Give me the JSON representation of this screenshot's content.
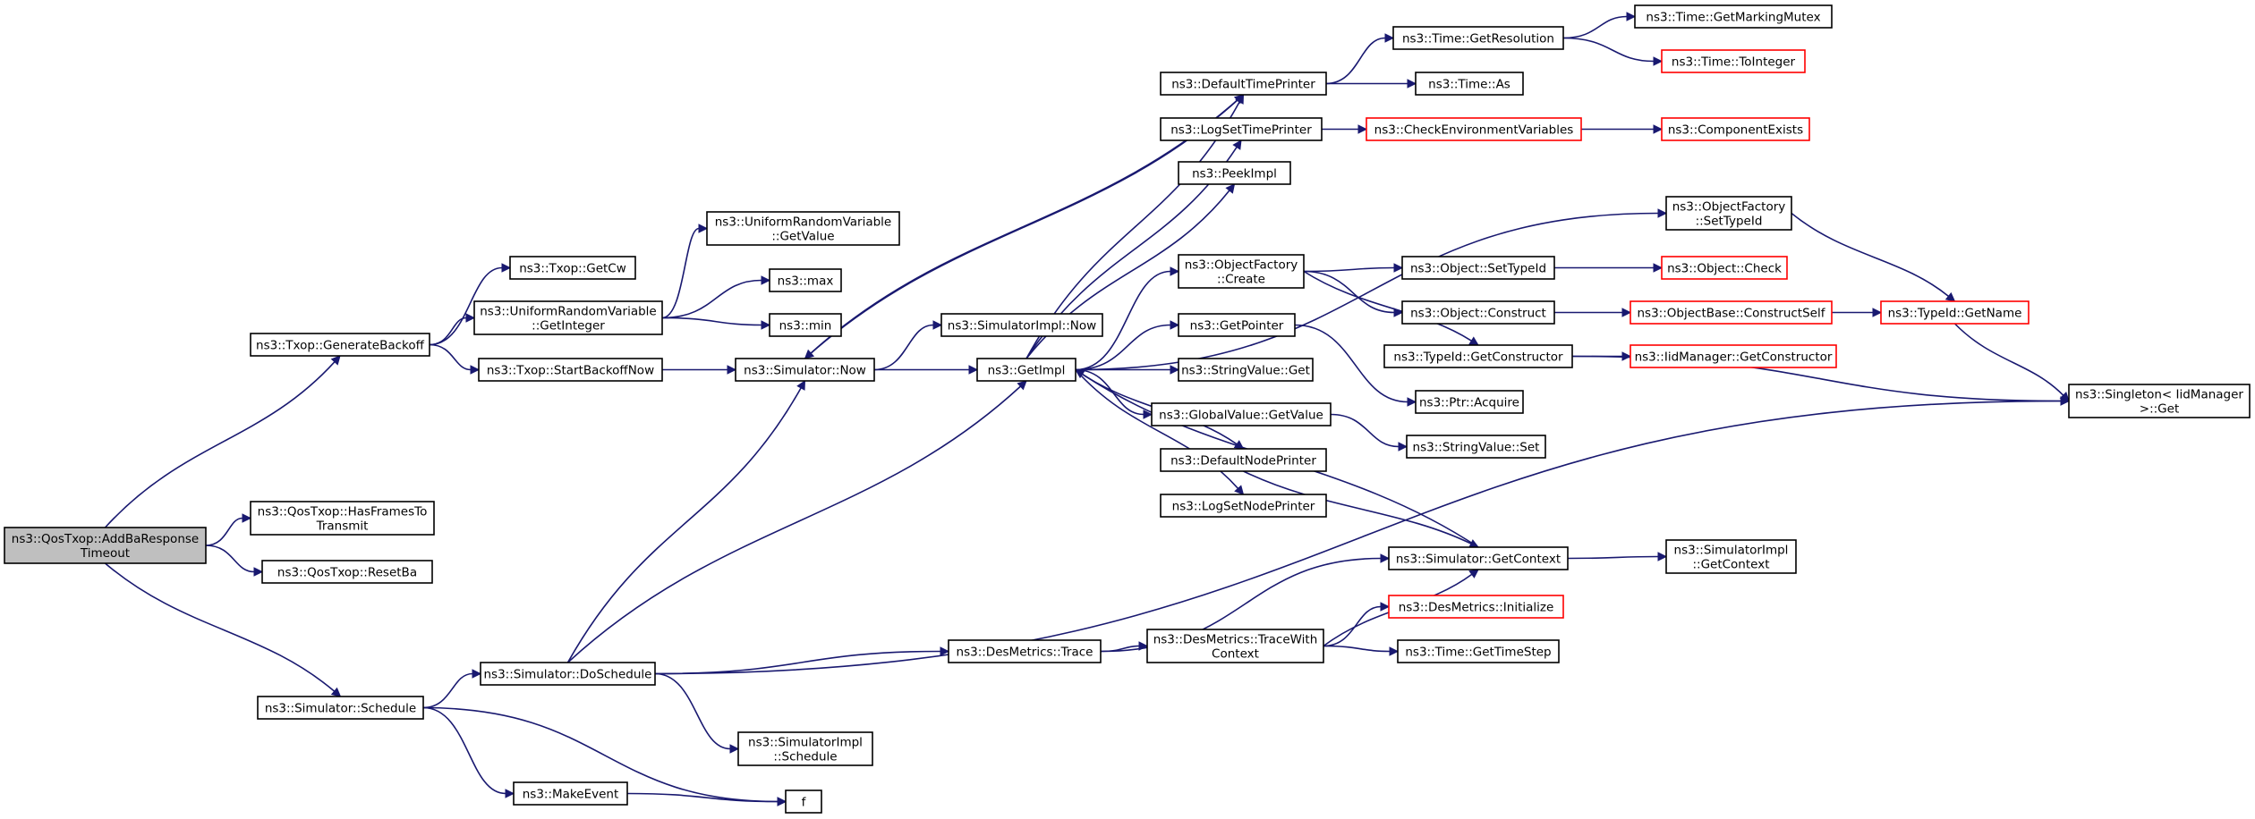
{
  "colors": {
    "edge": "#191970",
    "root_fill": "#bfbfbf",
    "node_border": "#000000",
    "external_border": "#ff0000",
    "node_fill": "#ffffff"
  },
  "nodes": [
    {
      "id": "root",
      "lines": [
        "ns3::QosTxop::AddBaResponse",
        "Timeout"
      ],
      "style": "root"
    },
    {
      "id": "genbackoff",
      "lines": [
        "ns3::Txop::GenerateBackoff"
      ],
      "style": "normal"
    },
    {
      "id": "hasframes",
      "lines": [
        "ns3::QosTxop::HasFramesTo",
        "Transmit"
      ],
      "style": "normal"
    },
    {
      "id": "resetba",
      "lines": [
        "ns3::QosTxop::ResetBa"
      ],
      "style": "normal"
    },
    {
      "id": "schedule",
      "lines": [
        "ns3::Simulator::Schedule"
      ],
      "style": "normal"
    },
    {
      "id": "getcw",
      "lines": [
        "ns3::Txop::GetCw"
      ],
      "style": "normal"
    },
    {
      "id": "urvgetint",
      "lines": [
        "ns3::UniformRandomVariable",
        "::GetInteger"
      ],
      "style": "normal"
    },
    {
      "id": "startbackoff",
      "lines": [
        "ns3::Txop::StartBackoffNow"
      ],
      "style": "normal"
    },
    {
      "id": "urvgetvalue",
      "lines": [
        "ns3::UniformRandomVariable",
        "::GetValue"
      ],
      "style": "normal"
    },
    {
      "id": "max",
      "lines": [
        "ns3::max"
      ],
      "style": "normal"
    },
    {
      "id": "min",
      "lines": [
        "ns3::min"
      ],
      "style": "normal"
    },
    {
      "id": "simnow",
      "lines": [
        "ns3::Simulator::Now"
      ],
      "style": "normal"
    },
    {
      "id": "simimplnow",
      "lines": [
        "ns3::SimulatorImpl::Now"
      ],
      "style": "normal"
    },
    {
      "id": "getimpl",
      "lines": [
        "ns3::GetImpl"
      ],
      "style": "normal"
    },
    {
      "id": "doschedule",
      "lines": [
        "ns3::Simulator::DoSchedule"
      ],
      "style": "normal"
    },
    {
      "id": "makeevent",
      "lines": [
        "ns3::MakeEvent"
      ],
      "style": "normal"
    },
    {
      "id": "f",
      "lines": [
        "f"
      ],
      "style": "normal"
    },
    {
      "id": "simimplschedule",
      "lines": [
        "ns3::SimulatorImpl",
        "::Schedule"
      ],
      "style": "normal"
    },
    {
      "id": "desmetricstrace",
      "lines": [
        "ns3::DesMetrics::Trace"
      ],
      "style": "normal"
    },
    {
      "id": "defaulttimeprinter",
      "lines": [
        "ns3::DefaultTimePrinter"
      ],
      "style": "normal"
    },
    {
      "id": "logsettimeprinter",
      "lines": [
        "ns3::LogSetTimePrinter"
      ],
      "style": "normal"
    },
    {
      "id": "peekimpl",
      "lines": [
        "ns3::PeekImpl"
      ],
      "style": "normal"
    },
    {
      "id": "ofcreate",
      "lines": [
        "ns3::ObjectFactory",
        "::Create"
      ],
      "style": "normal"
    },
    {
      "id": "getpointer",
      "lines": [
        "ns3::GetPointer"
      ],
      "style": "normal"
    },
    {
      "id": "stringvalueget",
      "lines": [
        "ns3::StringValue::Get"
      ],
      "style": "normal"
    },
    {
      "id": "globalvalueget",
      "lines": [
        "ns3::GlobalValue::GetValue"
      ],
      "style": "normal"
    },
    {
      "id": "defaultnodeprinter",
      "lines": [
        "ns3::DefaultNodePrinter"
      ],
      "style": "normal"
    },
    {
      "id": "logsetnodeprinter",
      "lines": [
        "ns3::LogSetNodePrinter"
      ],
      "style": "normal"
    },
    {
      "id": "timegetres",
      "lines": [
        "ns3::Time::GetResolution"
      ],
      "style": "normal"
    },
    {
      "id": "timeas",
      "lines": [
        "ns3::Time::As"
      ],
      "style": "normal"
    },
    {
      "id": "checkenv",
      "lines": [
        "ns3::CheckEnvironmentVariables"
      ],
      "style": "external"
    },
    {
      "id": "ofsettypeid",
      "lines": [
        "ns3::ObjectFactory",
        "::SetTypeId"
      ],
      "style": "normal"
    },
    {
      "id": "objsettypeid",
      "lines": [
        "ns3::Object::SetTypeId"
      ],
      "style": "normal"
    },
    {
      "id": "objconstruct",
      "lines": [
        "ns3::Object::Construct"
      ],
      "style": "normal"
    },
    {
      "id": "typeidgetctor",
      "lines": [
        "ns3::TypeId::GetConstructor"
      ],
      "style": "normal"
    },
    {
      "id": "ptracquire",
      "lines": [
        "ns3::Ptr::Acquire"
      ],
      "style": "normal"
    },
    {
      "id": "stringvalueset",
      "lines": [
        "ns3::StringValue::Set"
      ],
      "style": "normal"
    },
    {
      "id": "simgetcontext",
      "lines": [
        "ns3::Simulator::GetContext"
      ],
      "style": "normal"
    },
    {
      "id": "desmetricstracewc",
      "lines": [
        "ns3::DesMetrics::TraceWith",
        "Context"
      ],
      "style": "normal"
    },
    {
      "id": "desmetricsinit",
      "lines": [
        "ns3::DesMetrics::Initialize"
      ],
      "style": "external"
    },
    {
      "id": "timegettimestep",
      "lines": [
        "ns3::Time::GetTimeStep"
      ],
      "style": "normal"
    },
    {
      "id": "timegetmutex",
      "lines": [
        "ns3::Time::GetMarkingMutex"
      ],
      "style": "normal"
    },
    {
      "id": "timetointeger",
      "lines": [
        "ns3::Time::ToInteger"
      ],
      "style": "external"
    },
    {
      "id": "componentexists",
      "lines": [
        "ns3::ComponentExists"
      ],
      "style": "external"
    },
    {
      "id": "objcheck",
      "lines": [
        "ns3::Object::Check"
      ],
      "style": "external"
    },
    {
      "id": "objbaseconstructself",
      "lines": [
        "ns3::ObjectBase::ConstructSelf"
      ],
      "style": "external"
    },
    {
      "id": "iidmgrgetctor",
      "lines": [
        "ns3::IidManager::GetConstructor"
      ],
      "style": "external"
    },
    {
      "id": "typeidgetname",
      "lines": [
        "ns3::TypeId::GetName"
      ],
      "style": "external"
    },
    {
      "id": "simimplgetcontext",
      "lines": [
        "ns3::SimulatorImpl",
        "::GetContext"
      ],
      "style": "normal"
    },
    {
      "id": "singletonget",
      "lines": [
        "ns3::Singleton< IidManager",
        " >::Get"
      ],
      "style": "normal"
    }
  ]
}
